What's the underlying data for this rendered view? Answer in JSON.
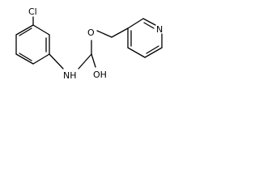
{
  "structure": {
    "atoms": {
      "cl": "Cl",
      "nh": "NH",
      "o_ether": "O",
      "oh": "OH",
      "n_pyridine": "N"
    }
  }
}
